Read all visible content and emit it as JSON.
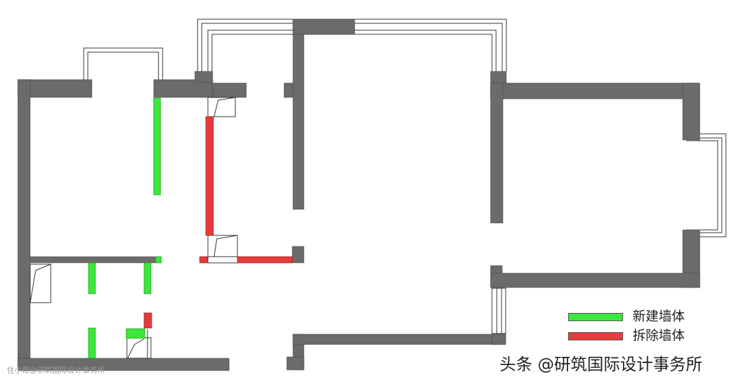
{
  "colors": {
    "wall": "#6b6b6b",
    "new_wall": "#3be83b",
    "removed_wall": "#e43b3b",
    "line": "#333333"
  },
  "legend": {
    "new_wall_label": "新建墙体",
    "removed_wall_label": "拆除墙体"
  },
  "credit": "头条 @研筑国际设计事务所",
  "watermark": "住小帮@研筑国际设计事务所"
}
